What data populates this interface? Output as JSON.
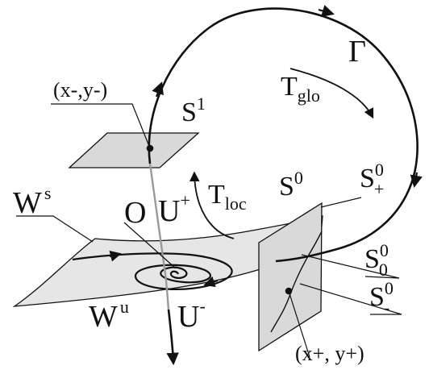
{
  "labels": {
    "gamma": "Γ",
    "t_glo_main": "T",
    "t_glo_sub": "glo",
    "t_loc_main": "T",
    "t_loc_sub": "loc",
    "s1_main": "S",
    "s1_sup": "1",
    "s0_main": "S",
    "s0_sup": "0",
    "s0_plus_main": "S",
    "s0_plus_sup": "0",
    "s0_plus_sub": "+",
    "s0_zero_main": "S",
    "s0_zero_sup": "0",
    "s0_zero_sub": "0",
    "s0_minus_main": "S",
    "s0_minus_sup": "0",
    "s0_minus_sub": "-",
    "origin": "O",
    "ws_main": "W",
    "ws_sup": "s",
    "wu_main": "W",
    "wu_sup": "u",
    "u_plus_main": "U",
    "u_plus_sup": "+",
    "u_minus_main": "U",
    "u_minus_sup": "-",
    "coord_minus": "(x-,y-)",
    "coord_plus": "(x+, y+)"
  },
  "colors": {
    "ink": "#111111",
    "plane_fill": "#e6e6e6",
    "section_fill": "#d9d9d9",
    "hidden_trajectory": "#9a9a9a"
  }
}
